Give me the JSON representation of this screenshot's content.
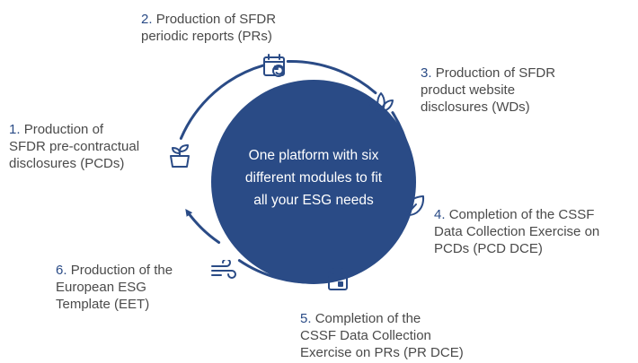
{
  "center": {
    "lines": [
      "One platform with six",
      "different modules to fit",
      "all your ESG needs"
    ]
  },
  "steps": [
    {
      "number": "1.",
      "lines": [
        "Production of",
        "SFDR pre-contractual",
        "disclosures (PCDs)"
      ],
      "icon": "plant-pot-icon"
    },
    {
      "number": "2.",
      "lines": [
        "Production of SFDR",
        "periodic reports (PRs)"
      ],
      "icon": "calendar-refresh-icon"
    },
    {
      "number": "3.",
      "lines": [
        "Production of SFDR",
        "product website",
        "disclosures (WDs)"
      ],
      "icon": "lotus-icon"
    },
    {
      "number": "4.",
      "lines": [
        "Completion of the CSSF",
        "Data Collection Exercise on",
        "PCDs (PCD DCE)"
      ],
      "icon": "leaf-icon"
    },
    {
      "number": "5.",
      "lines": [
        "Completion of the",
        "CSSF Data Collection",
        "Exercise on PRs (PR DCE)"
      ],
      "icon": "calendar-day-icon"
    },
    {
      "number": "6.",
      "lines": [
        "Production of the",
        "European ESG",
        "Template (EET)"
      ],
      "icon": "wind-icon"
    }
  ],
  "colors": {
    "primary": "#2a4b86",
    "text": "#4a4a4a",
    "background": "#ffffff"
  }
}
